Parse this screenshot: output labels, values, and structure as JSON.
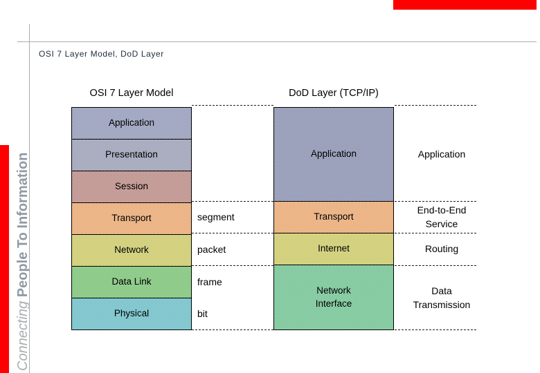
{
  "slide": {
    "title": "OSI 7 Layer Model,  DoD Layer",
    "accent_red": "#fe0000",
    "rule_gray": "#ababab"
  },
  "sidebar": {
    "tagline_italic": "Connecting ",
    "tagline_bold": "People To Information",
    "italic_color": "#a8aeb0",
    "bold_color": "#8f9aa3"
  },
  "osi": {
    "header": "OSI 7 Layer Model",
    "rows": [
      {
        "label": "Application",
        "dither": "#4a5488"
      },
      {
        "label": "Presentation",
        "dither": "#555c80"
      },
      {
        "label": "Session",
        "dither": "#8a3a30"
      },
      {
        "label": "Transport",
        "dither": "#d86c10"
      },
      {
        "label": "Network",
        "dither": "#a8a400"
      },
      {
        "label": "Data Link",
        "dither": "#209818"
      },
      {
        "label": "Physical",
        "dither": "#0890a0"
      }
    ]
  },
  "pdu": {
    "segment": "segment",
    "packet": "packet",
    "frame": "frame",
    "bit": "bit"
  },
  "dod": {
    "header": "DoD Layer (TCP/IP)",
    "rows": [
      {
        "label": "Application",
        "dither": "#3a4478",
        "osi_span": 3
      },
      {
        "label": "Transport",
        "dither": "#d86c10",
        "osi_span": 1
      },
      {
        "label": "Internet",
        "dither": "#a8a400",
        "osi_span": 1
      },
      {
        "label": "Network\nInterface",
        "dither": "#109848",
        "osi_span": 2
      }
    ]
  },
  "annotations": {
    "application": "Application",
    "end_to_end": "End-to-End\nService",
    "routing": "Routing",
    "data_transmission": "Data\nTransmission"
  }
}
